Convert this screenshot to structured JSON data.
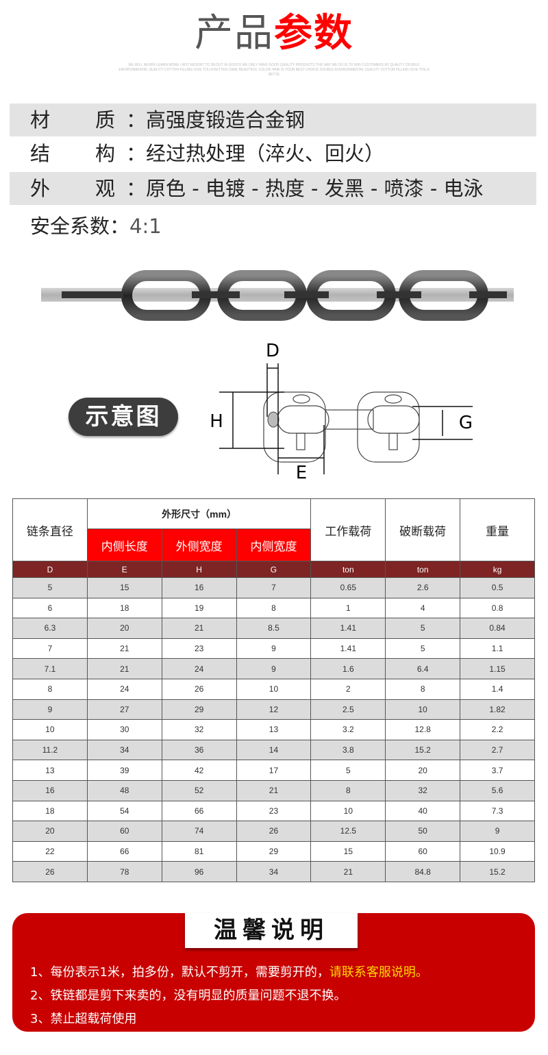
{
  "title": {
    "part1": "产品",
    "part2": "参数"
  },
  "fine_print": "WE WILL NEVER LEARN MORE / NOT RESORT TO DECEIT IN GOODS WE ONLY HAVE GOOD QUALITY PRODUCTS THE WAY WE DO IS TO WIN CUSTOMERS BY QUALITY DOUBLE ENVIRONMENTAL QUALITY COTTON FILLING GIVE YOU A BETTER CARE BEAUTIFUL COLOR HAIR IS YOUR BEST CHOICE DOUBLE ENVIRONMENTAL QUALITY COTTON FILLING GIVE YOU A BETTE",
  "specs": [
    {
      "k1": "材",
      "k2": "质",
      "sep": "：",
      "value": "高强度锻造合金钢"
    },
    {
      "k1": "结",
      "k2": "构",
      "sep": "：",
      "value": "经过热处理（淬火、回火）"
    },
    {
      "k1": "外",
      "k2": "观",
      "sep": "：",
      "value": "原色 - 电镀 - 热度 - 发黑 - 喷漆 - 电泳"
    },
    {
      "k1": "安全系数",
      "k2": "",
      "sep": "：",
      "value": "4:1"
    }
  ],
  "diagram": {
    "badge": "示意图",
    "labels": {
      "D": "D",
      "H": "H",
      "E": "E",
      "G": "G"
    }
  },
  "table": {
    "h_diameter": "链条直径",
    "h_dims": "外形尺寸（mm）",
    "h_work": "工作载荷",
    "h_break": "破断载荷",
    "h_weight": "重量",
    "sub": [
      "内侧长度",
      "外侧宽度",
      "内侧宽度"
    ],
    "units": [
      "D",
      "E",
      "H",
      "G",
      "ton",
      "ton",
      "kg"
    ],
    "rows": [
      [
        "5",
        "15",
        "16",
        "7",
        "0.65",
        "2.6",
        "0.5"
      ],
      [
        "6",
        "18",
        "19",
        "8",
        "1",
        "4",
        "0.8"
      ],
      [
        "6.3",
        "20",
        "21",
        "8.5",
        "1.41",
        "5",
        "0.84"
      ],
      [
        "7",
        "21",
        "23",
        "9",
        "1.41",
        "5",
        "1.1"
      ],
      [
        "7.1",
        "21",
        "24",
        "9",
        "1.6",
        "6.4",
        "1.15"
      ],
      [
        "8",
        "24",
        "26",
        "10",
        "2",
        "8",
        "1.4"
      ],
      [
        "9",
        "27",
        "29",
        "12",
        "2.5",
        "10",
        "1.82"
      ],
      [
        "10",
        "30",
        "32",
        "13",
        "3.2",
        "12.8",
        "2.2"
      ],
      [
        "11.2",
        "34",
        "36",
        "14",
        "3.8",
        "15.2",
        "2.7"
      ],
      [
        "13",
        "39",
        "42",
        "17",
        "5",
        "20",
        "3.7"
      ],
      [
        "16",
        "48",
        "52",
        "21",
        "8",
        "32",
        "5.6"
      ],
      [
        "18",
        "54",
        "66",
        "23",
        "10",
        "40",
        "7.3"
      ],
      [
        "20",
        "60",
        "74",
        "26",
        "12.5",
        "50",
        "9"
      ],
      [
        "22",
        "66",
        "81",
        "29",
        "15",
        "60",
        "10.9"
      ],
      [
        "26",
        "78",
        "96",
        "34",
        "21",
        "84.8",
        "15.2"
      ]
    ]
  },
  "notice": {
    "title": "温馨说明",
    "line1": "1、每份表示1米，拍多份，默认不剪开，需要剪开的，",
    "line1_highlight": "请联系客服说明。",
    "line2": "2、铁链都是剪下来卖的，没有明显的质量问题不退不换。",
    "line3": "3、禁止超载荷使用"
  },
  "colors": {
    "accent": "#ff0000",
    "unit_row": "#7e2424",
    "notice_bg": "#c80000",
    "highlight": "#ffd800"
  }
}
